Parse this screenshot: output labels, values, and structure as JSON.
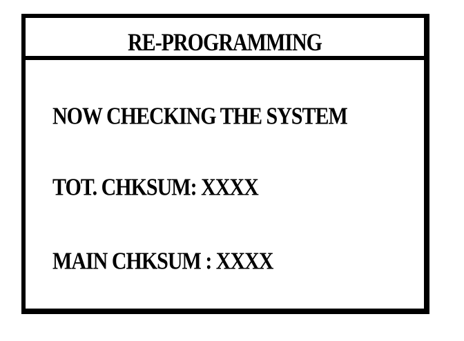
{
  "screen": {
    "title": "RE-PROGRAMMING",
    "lines": [
      "NOW CHECKING THE SYSTEM",
      "TOT. CHKSUM: XXXX",
      "MAIN CHKSUM : XXXX"
    ]
  },
  "colors": {
    "foreground": "#000000",
    "background": "#ffffff"
  }
}
